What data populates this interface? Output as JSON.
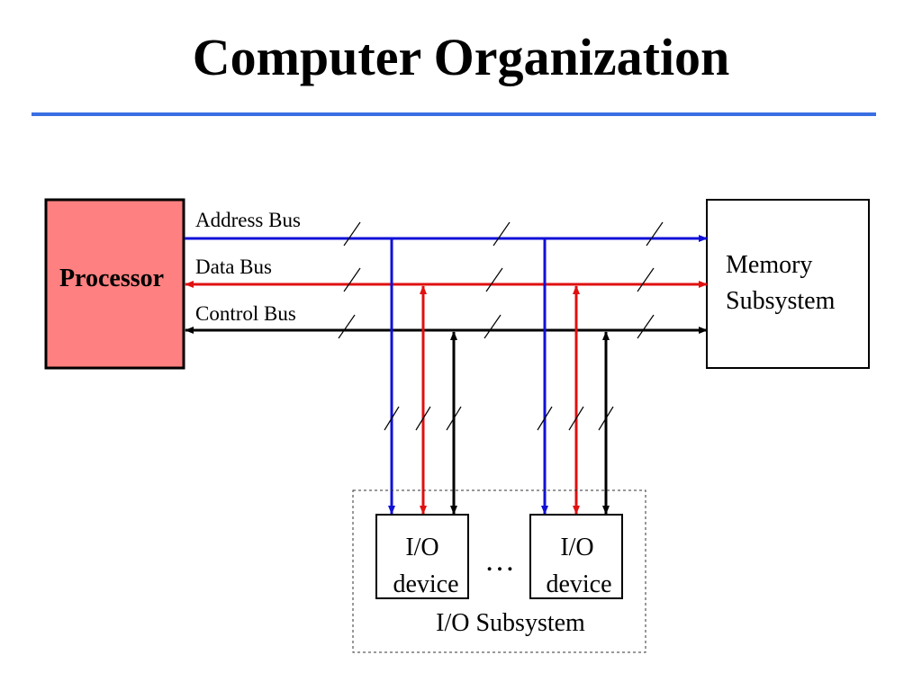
{
  "title": "Computer Organization",
  "colors": {
    "title_rule": "#3a6fe3",
    "processor_fill": "#ff8080",
    "address_bus": "#1010d8",
    "data_bus": "#e01010",
    "control_bus": "#000000"
  },
  "processor": {
    "label": "Processor"
  },
  "memory": {
    "line1": "Memory",
    "line2": "Subsystem"
  },
  "buses": {
    "address": "Address Bus",
    "data": "Data Bus",
    "control": "Control Bus"
  },
  "io": {
    "device_line1": "I/O",
    "device_line2": "device",
    "ellipsis": "…",
    "subsystem": "I/O Subsystem"
  }
}
